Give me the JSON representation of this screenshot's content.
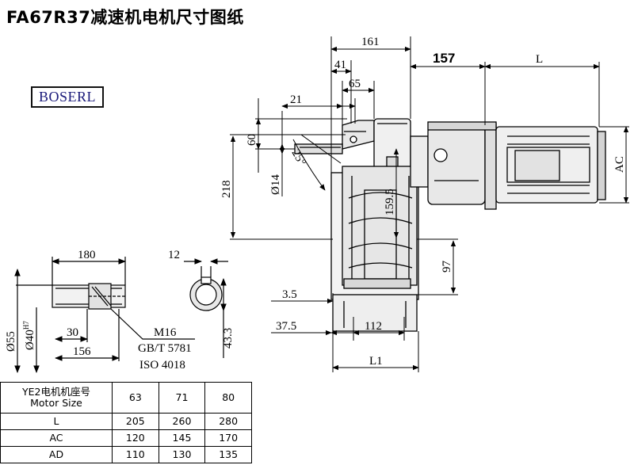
{
  "title": "FA67R37减速机电机尺寸图纸",
  "logo": "BOSERL",
  "dimensions": {
    "d161": "161",
    "d41": "41",
    "d65": "65",
    "d21": "21",
    "d60": "60",
    "d25deg": "25°",
    "d14": "Ø14",
    "d218": "218",
    "d159_5": "159.5",
    "d157": "157",
    "dL": "L",
    "dAC": "AC",
    "d97": "97",
    "d3_5": "3.5",
    "d37_5": "37.5",
    "d112": "112",
    "dL1": "L1",
    "d180": "180",
    "d12": "12",
    "d55": "Ø55",
    "d40": "Ø40",
    "d40_tol": "H7",
    "d30": "30",
    "d156": "156",
    "d43_3": "43.3",
    "m16": "M16",
    "gbt": "GB/T 5781",
    "iso": "ISO 4018"
  },
  "table": {
    "header_line1": "YE2电机机座号",
    "header_line2": "Motor Size",
    "sizes": [
      "63",
      "71",
      "80"
    ],
    "rows": [
      {
        "label": "L",
        "values": [
          "205",
          "260",
          "280"
        ]
      },
      {
        "label": "AC",
        "values": [
          "120",
          "145",
          "170"
        ]
      },
      {
        "label": "AD",
        "values": [
          "110",
          "130",
          "135"
        ]
      }
    ]
  }
}
